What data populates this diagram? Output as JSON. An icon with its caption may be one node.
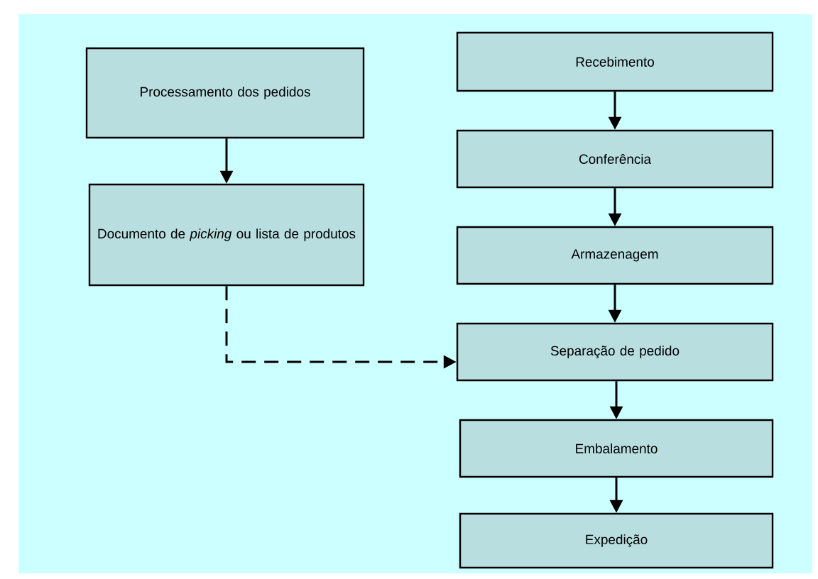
{
  "diagram": {
    "nodes": [
      {
        "text": [
          "Processamento dos pedidos"
        ]
      },
      {
        "text": [
          "Documento de *picking* ou lista de produtos"
        ]
      },
      {
        "text": [
          "Recebimento"
        ]
      },
      {
        "text": [
          "Conferência"
        ]
      },
      {
        "text": [
          "Armazenagem"
        ]
      },
      {
        "text": [
          "Separação de pedido"
        ]
      },
      {
        "text": [
          "Embalamento"
        ]
      },
      {
        "text": [
          "Expedição"
        ]
      }
    ],
    "edges": [
      {
        "from": 0,
        "to": 1,
        "arrow": "to"
      },
      {
        "from": 2,
        "to": 3,
        "arrow": "to"
      },
      {
        "from": 3,
        "to": 4,
        "arrow": "to"
      },
      {
        "from": 4,
        "to": 5,
        "arrow": "to"
      },
      {
        "from": 1,
        "to": 5,
        "arrow": "to",
        "style": "dashed"
      },
      {
        "from": 5,
        "to": 6,
        "arrow": "to"
      },
      {
        "from": 6,
        "to": 7,
        "arrow": "to"
      }
    ]
  }
}
